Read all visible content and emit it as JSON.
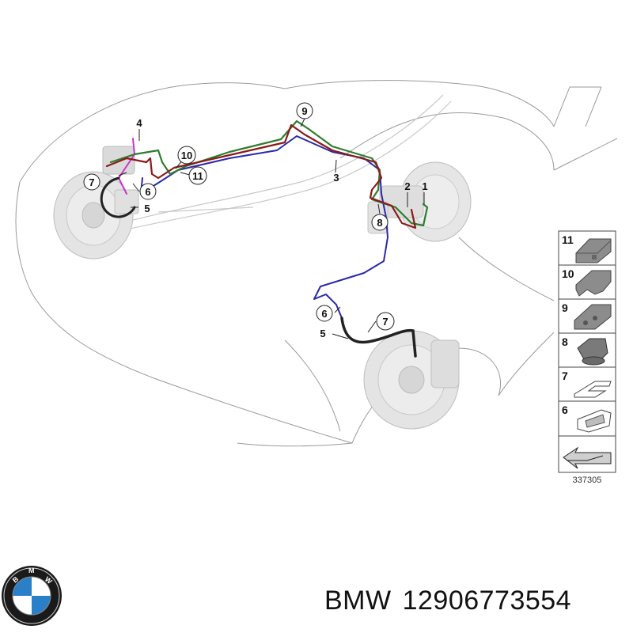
{
  "diagram": {
    "callouts": {
      "c1": "1",
      "c2": "2",
      "c3": "3",
      "c4": "4",
      "c5a": "5",
      "c5b": "5",
      "c6a": "6",
      "c6b": "6",
      "c7a": "7",
      "c7b": "7",
      "c8": "8",
      "c9": "9",
      "c10": "10",
      "c11": "11"
    },
    "legend": {
      "items": [
        "11",
        "10",
        "9",
        "8",
        "7",
        "6"
      ],
      "reference_number": "337305"
    },
    "line_colors": {
      "green": "#2e7d2e",
      "red": "#8b1a1a",
      "blue": "#2a2aa8",
      "magenta": "#cc33cc",
      "hose": "#222222"
    }
  },
  "footer": {
    "brand": "BMW",
    "part_number": "12906773554"
  },
  "logo": {
    "letters": "BMW"
  }
}
